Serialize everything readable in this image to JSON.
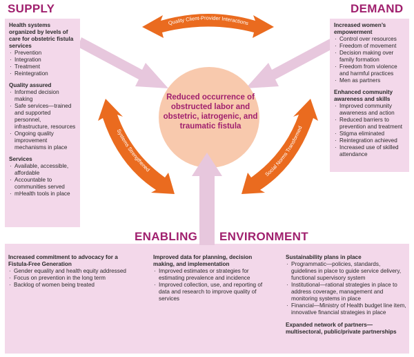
{
  "headings": {
    "supply": "SUPPLY",
    "demand": "DEMAND",
    "enabling_left": "ENABLING",
    "enabling_right": "ENVIRONMENT"
  },
  "center": {
    "text": "Reduced occurrence of obstructed labor and obstetric, iatrogenic, and traumatic fistula"
  },
  "arrows": {
    "top": "Quality Client-Provider Interactions",
    "left": "Systems Strengthened",
    "right": "Social Norms Transformed"
  },
  "colors": {
    "heading": "#a0206e",
    "panel": "#f3d8ea",
    "light_arrow": "#e7c7dd",
    "orange_arrow": "#ea6b1f",
    "circle": "#f8c9ad"
  },
  "supply": {
    "sections": [
      {
        "title": "Health systems organized by levels of care for obstetric fistula services",
        "items": [
          "Prevention",
          "Integration",
          "Treatment",
          "Reintegration"
        ]
      },
      {
        "title": "Quality assured",
        "items": [
          "Informed decision making",
          "Safe services—trained and supported personnel, infrastructure, resources",
          "Ongoing quality improvement mechanisms in place"
        ]
      },
      {
        "title": "Services",
        "items": [
          "Available, accessible, affordable",
          "Accountable to communities served",
          "mHealth tools in place"
        ]
      }
    ]
  },
  "demand": {
    "sections": [
      {
        "title": "Increased women’s empowerment",
        "items": [
          "Control over resources",
          "Freedom of movement",
          "Decision making over family formation",
          "Freedom from violence and harmful practices",
          "Men as partners"
        ]
      },
      {
        "title": "Enhanced community awareness and skills",
        "items": [
          "Improved community awareness and action",
          "Reduced barriers to prevention and treatment",
          "Stigma eliminated",
          "Reintegration achieved",
          "Increased use of skilled attendance"
        ]
      }
    ]
  },
  "enabling": {
    "col1": [
      {
        "title": "Increased commitment to advocacy for a Fistula-Free Generation",
        "items": [
          "Gender equality and health equity addressed",
          "Focus on prevention in the long term",
          "Backlog of women being treated"
        ]
      }
    ],
    "col2": [
      {
        "title": "Improved data for planning, decision making, and implementation",
        "items": [
          "Improved estimates or strategies for estimating prevalence and incidence",
          "Improved collection, use, and reporting of data and research to improve quality of services"
        ]
      }
    ],
    "col3": [
      {
        "title": "Sustainability plans in place",
        "items": [
          "Programmatic—policies, standards, guidelines in place to guide service delivery, functional supervisory system",
          "Institutional—rational strategies in place to address coverage, management and monitoring systems in place",
          "Financial—Ministry of Health budget line item, innovative financial strategies in place"
        ]
      },
      {
        "title": "Expanded network of partners—multisectoral, public/private partnerships",
        "items": []
      }
    ]
  }
}
